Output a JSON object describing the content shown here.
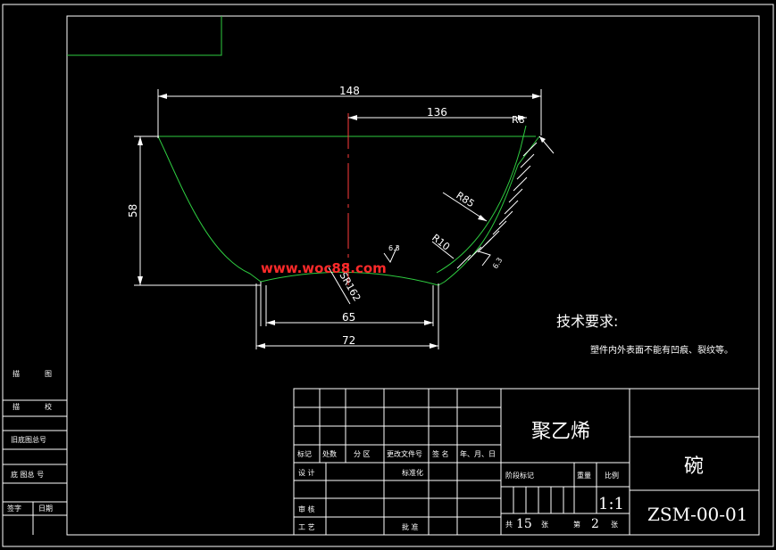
{
  "drawing": {
    "dimensions": {
      "overall_diameter": "148",
      "inner_diameter": "136",
      "rim_radius": "R8",
      "height": "58",
      "outer_radius": "R85",
      "fillet_radius": "R10",
      "bottom_sphere_radius": "SR162",
      "foot_inner": "65",
      "foot_outer": "72",
      "roughness_left": "6.3",
      "roughness_right": "6.3"
    },
    "watermark": "www.woc88.com"
  },
  "tech_requirements": {
    "title": "技术要求:",
    "item": "塑件内外表面不能有凹痕、裂纹等。"
  },
  "left_block": {
    "row1_a": "描",
    "row1_b": "图",
    "row2_a": "描",
    "row2_b": "校",
    "row3": "旧底图总号",
    "row4": "底 图总 号",
    "row5_a": "签字",
    "row5_b": "日期"
  },
  "title_block": {
    "material": "聚乙烯",
    "part_name": "碗",
    "drawing_number": "ZSM-00-01",
    "scale": "1:1",
    "total_sheets": "15",
    "sheet_no": "2",
    "labels": {
      "mark": "标记",
      "count": "处数",
      "zone": "分 区",
      "change_doc": "更改文件号",
      "sign": "签 名",
      "date": "年、月、日",
      "design": "设 计",
      "standardize": "标准化",
      "stage_mark": "阶段标记",
      "weight": "重量",
      "scale": "比例",
      "review": "审 核",
      "process": "工 艺",
      "approve": "批 准",
      "total_prefix": "共",
      "total_suffix": "张",
      "sheet_prefix": "第",
      "sheet_suffix": "张"
    }
  }
}
